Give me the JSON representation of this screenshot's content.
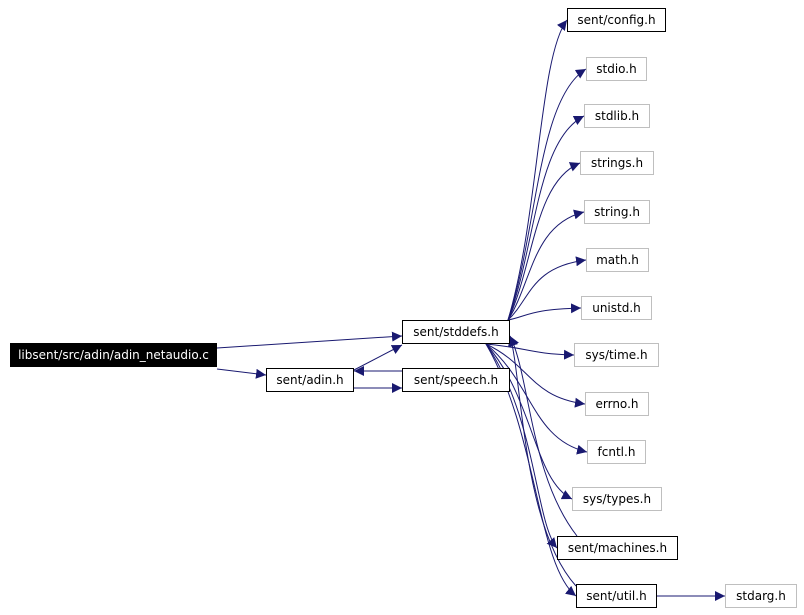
{
  "colors": {
    "edge": "#191970",
    "root_fill": "#000000",
    "root_text": "#ffffff",
    "documented_border": "#000000",
    "undocumented_border": "#bfbfbf"
  },
  "nodes": [
    {
      "id": "root",
      "label": "libsent/src/adin/adin_netaudio.c",
      "style": "root"
    },
    {
      "id": "stddefs",
      "label": "sent/stddefs.h",
      "style": "documented"
    },
    {
      "id": "adin",
      "label": "sent/adin.h",
      "style": "documented"
    },
    {
      "id": "speech",
      "label": "sent/speech.h",
      "style": "documented"
    },
    {
      "id": "config",
      "label": "sent/config.h",
      "style": "documented"
    },
    {
      "id": "stdio",
      "label": "stdio.h",
      "style": "undocumented"
    },
    {
      "id": "stdlib",
      "label": "stdlib.h",
      "style": "undocumented"
    },
    {
      "id": "strings",
      "label": "strings.h",
      "style": "undocumented"
    },
    {
      "id": "string",
      "label": "string.h",
      "style": "undocumented"
    },
    {
      "id": "math",
      "label": "math.h",
      "style": "undocumented"
    },
    {
      "id": "unistd",
      "label": "unistd.h",
      "style": "undocumented"
    },
    {
      "id": "systime",
      "label": "sys/time.h",
      "style": "undocumented"
    },
    {
      "id": "errno",
      "label": "errno.h",
      "style": "undocumented"
    },
    {
      "id": "fcntl",
      "label": "fcntl.h",
      "style": "undocumented"
    },
    {
      "id": "systypes",
      "label": "sys/types.h",
      "style": "undocumented"
    },
    {
      "id": "machines",
      "label": "sent/machines.h",
      "style": "documented"
    },
    {
      "id": "util",
      "label": "sent/util.h",
      "style": "documented"
    },
    {
      "id": "stdarg",
      "label": "stdarg.h",
      "style": "undocumented"
    }
  ],
  "edges": [
    {
      "from": "root",
      "to": "stddefs"
    },
    {
      "from": "root",
      "to": "adin"
    },
    {
      "from": "adin",
      "to": "stddefs"
    },
    {
      "from": "adin",
      "to": "speech"
    },
    {
      "from": "speech",
      "to": "adin"
    },
    {
      "from": "stddefs",
      "to": "config"
    },
    {
      "from": "stddefs",
      "to": "stdio"
    },
    {
      "from": "stddefs",
      "to": "stdlib"
    },
    {
      "from": "stddefs",
      "to": "strings"
    },
    {
      "from": "stddefs",
      "to": "string"
    },
    {
      "from": "stddefs",
      "to": "math"
    },
    {
      "from": "stddefs",
      "to": "unistd"
    },
    {
      "from": "stddefs",
      "to": "systime"
    },
    {
      "from": "stddefs",
      "to": "errno"
    },
    {
      "from": "stddefs",
      "to": "fcntl"
    },
    {
      "from": "stddefs",
      "to": "systypes"
    },
    {
      "from": "stddefs",
      "to": "machines"
    },
    {
      "from": "stddefs",
      "to": "util"
    },
    {
      "from": "machines",
      "to": "stddefs"
    },
    {
      "from": "util",
      "to": "stddefs"
    },
    {
      "from": "util",
      "to": "stdarg"
    }
  ]
}
